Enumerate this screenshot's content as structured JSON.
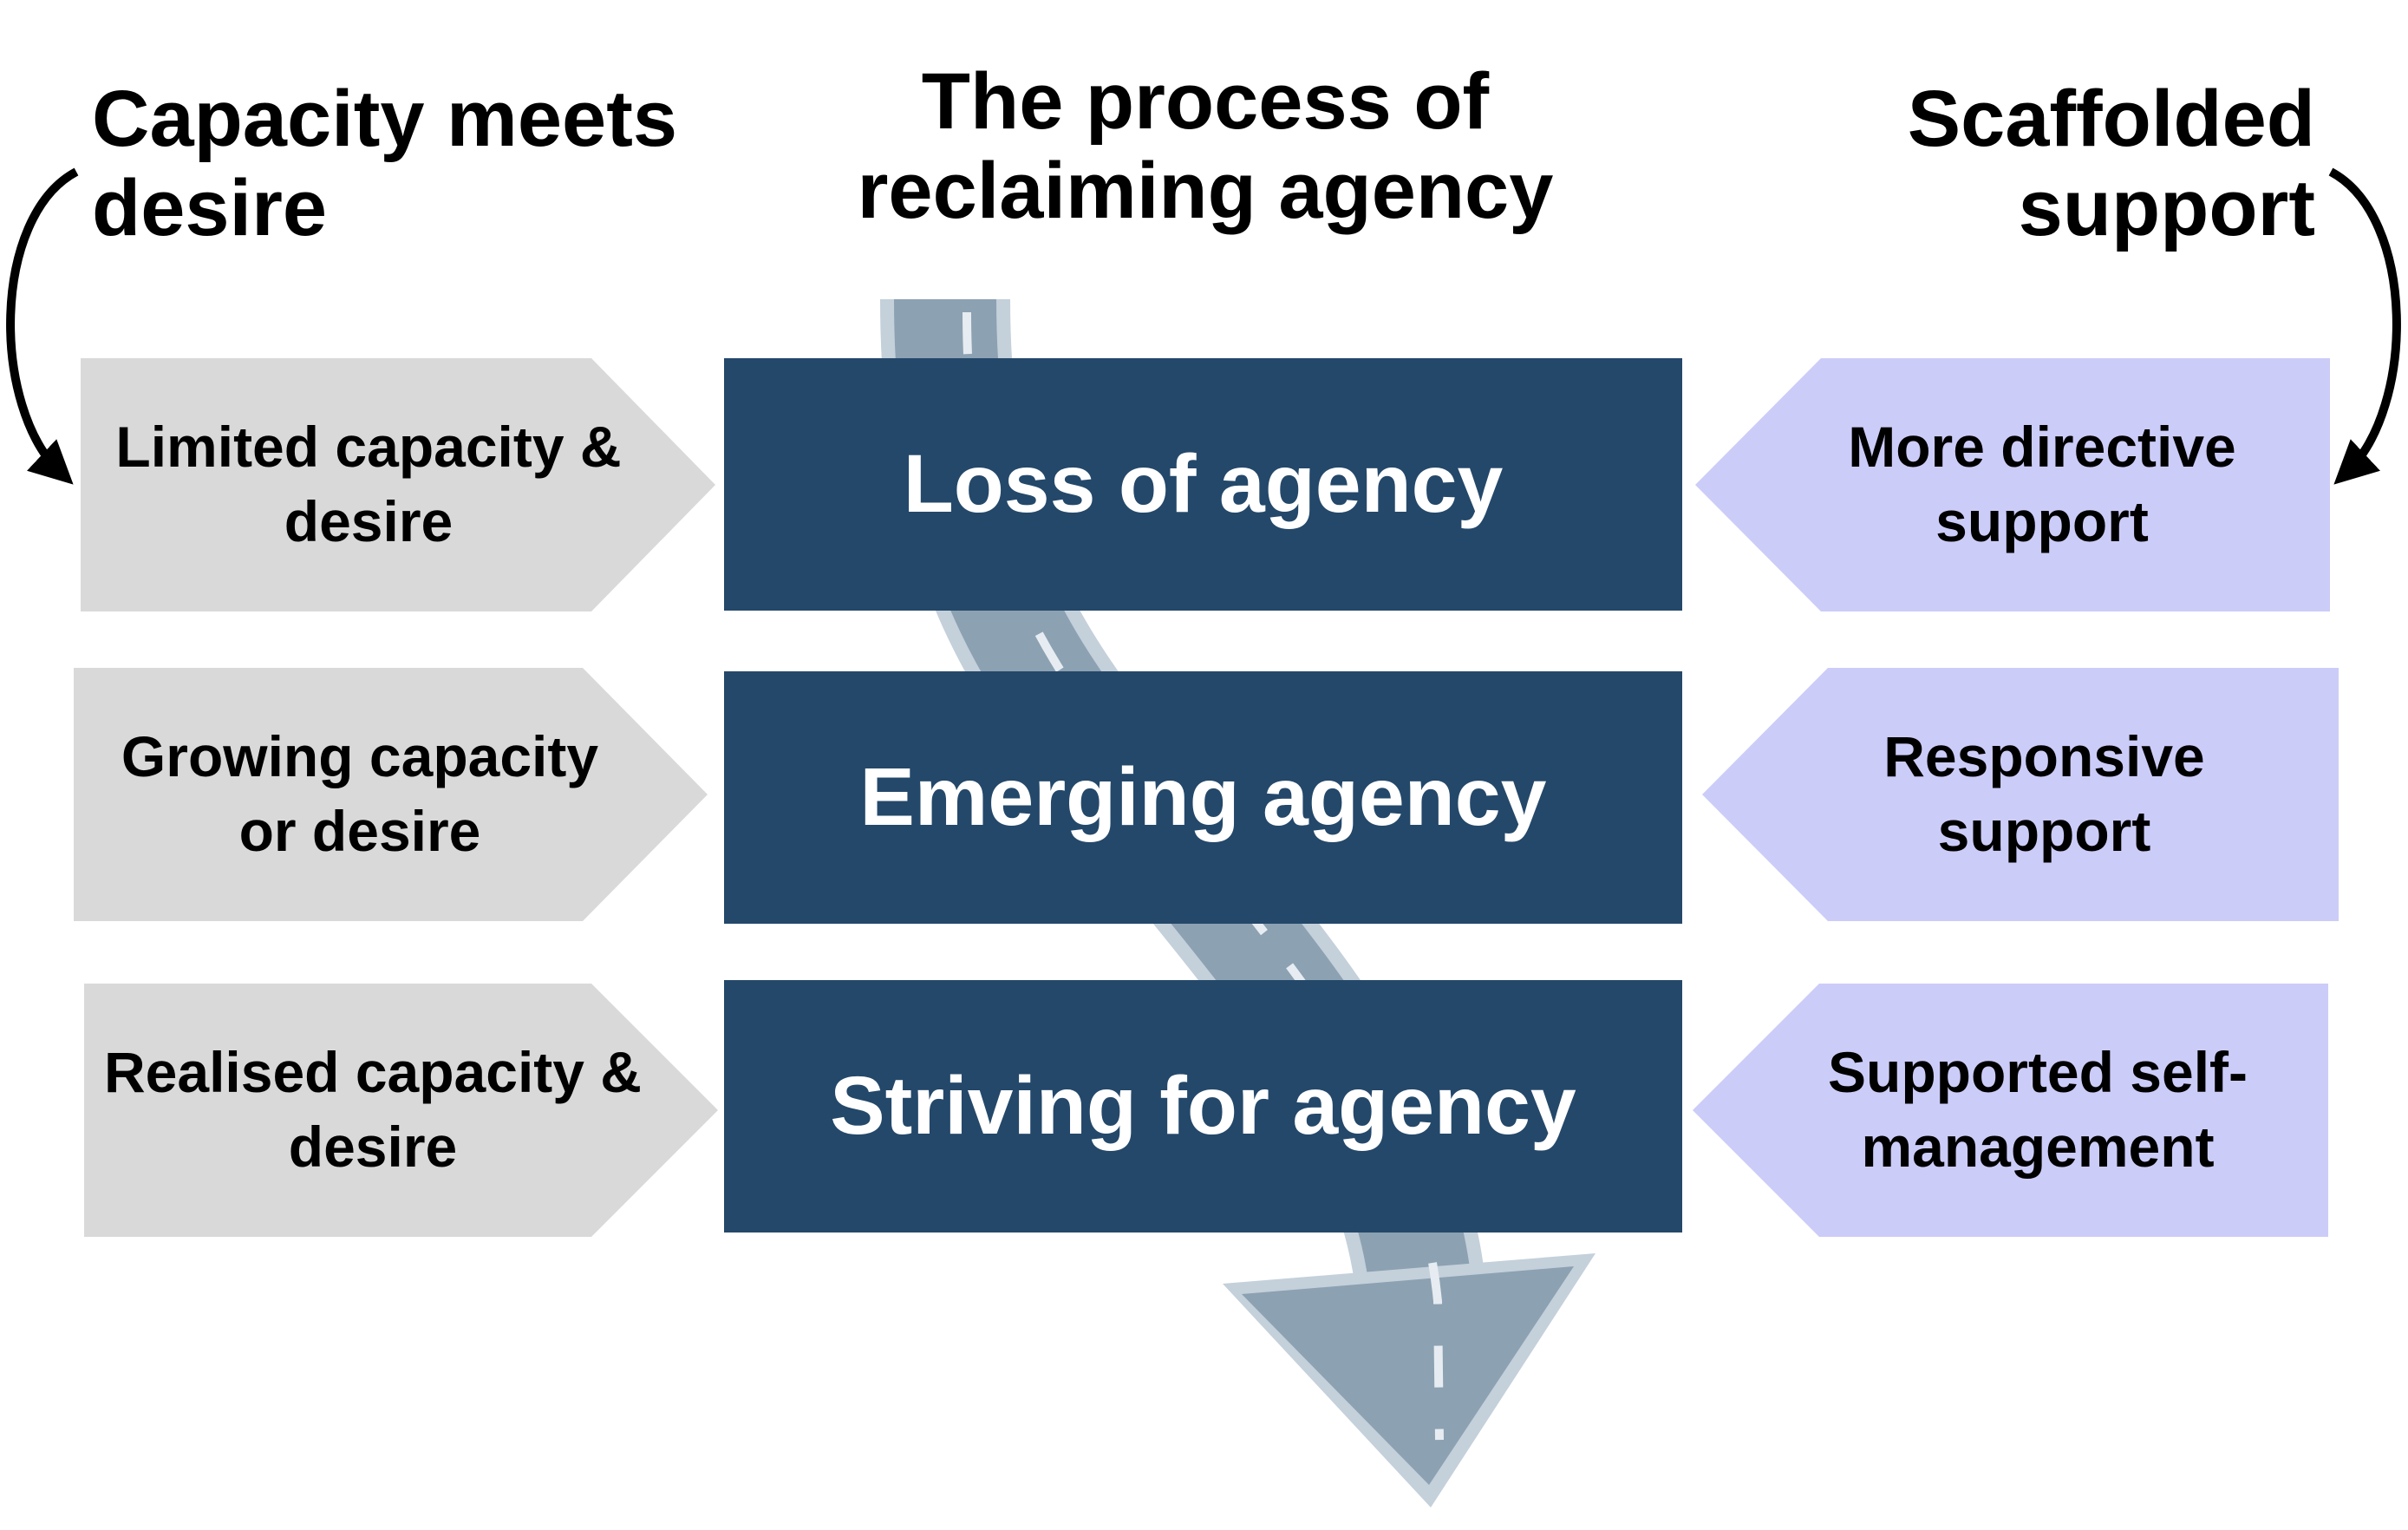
{
  "headings": {
    "left": "Capacity meets desire",
    "center": "The process of reclaiming agency",
    "right": "Scaffolded support"
  },
  "stages": [
    {
      "label": "Loss of agency"
    },
    {
      "label": "Emerging agency"
    },
    {
      "label": "Striving for agency"
    }
  ],
  "capacity": [
    {
      "label": "Limited capacity & desire"
    },
    {
      "label": "Growing capacity or desire"
    },
    {
      "label": "Realised capacity & desire"
    }
  ],
  "support": [
    {
      "label": "More directive support"
    },
    {
      "label": "Responsive support"
    },
    {
      "label": "Supported self-management"
    }
  ],
  "colors": {
    "stage_box": "#24486a",
    "capacity_arrow": "#d9d9d9",
    "support_arrow": "#ccccf9",
    "road": "#8ca1b2",
    "road_edge": "#c4d0da",
    "text": "#000000",
    "stage_text": "#ffffff"
  }
}
